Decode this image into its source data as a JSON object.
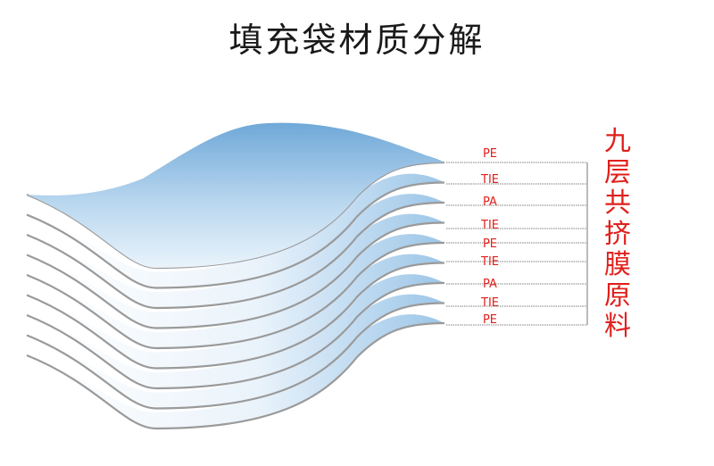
{
  "title": "填充袋材质分解",
  "layers": [
    "PE",
    "TIE",
    "PA",
    "TIE",
    "PE",
    "TIE",
    "PA",
    "TIE",
    "PE"
  ],
  "side_label": [
    "九",
    "层",
    "共",
    "挤",
    "膜",
    "原",
    "料"
  ],
  "colors": {
    "label_red": "#e0201c",
    "layer_blue": "#7fb6e0",
    "layer_white": "#ffffff",
    "edge_gray": "#9a9a9a"
  }
}
